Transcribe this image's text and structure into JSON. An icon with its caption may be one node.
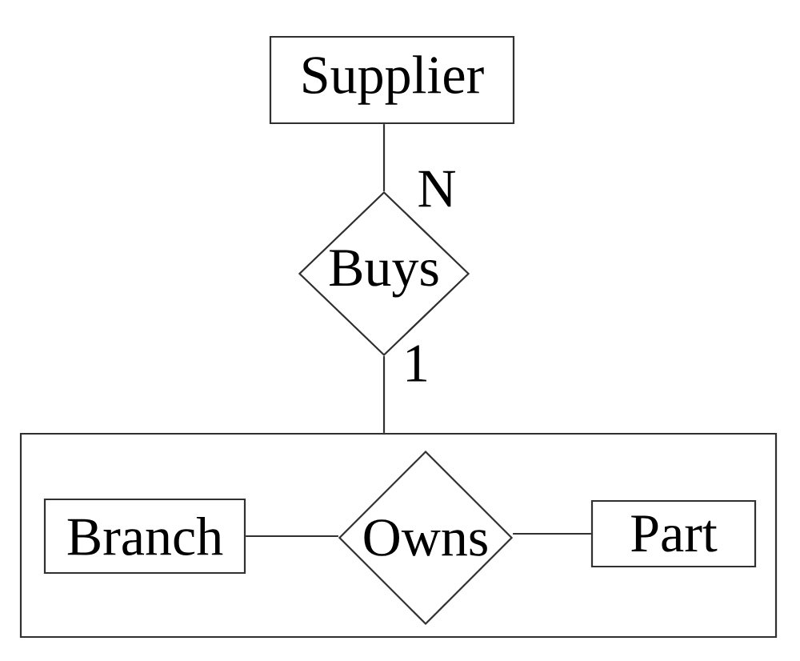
{
  "diagram": {
    "nodes": [
      {
        "text": [
          "Supplier"
        ]
      },
      {
        "text": [
          "Buys"
        ]
      },
      {
        "text": [],
        "shape": "box"
      },
      {
        "text": [
          "Branch"
        ],
        "in": 2
      },
      {
        "text": [
          "Owns"
        ],
        "in": 2
      },
      {
        "text": [
          "Part"
        ],
        "in": 2
      }
    ],
    "edges": [
      {
        "from": 0,
        "to": 1,
        "arrow": "none",
        "label": "N"
      },
      {
        "from": 1,
        "to": 2,
        "arrow": "none",
        "label": "1"
      },
      {
        "from": 3,
        "to": 4,
        "arrow": "none"
      },
      {
        "from": 4,
        "to": 5,
        "arrow": "none"
      }
    ]
  }
}
